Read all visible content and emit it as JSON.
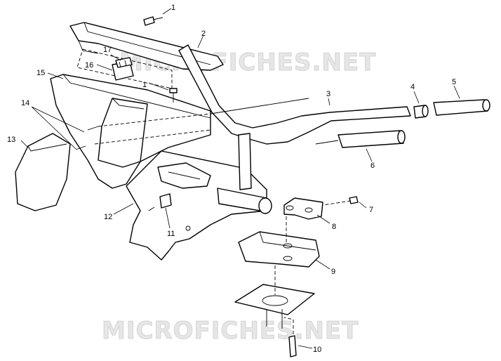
{
  "watermark": "MICROFICHES.NET",
  "callouts": [
    {
      "id": "1a",
      "label": "1"
    },
    {
      "id": "1b",
      "label": "1"
    },
    {
      "id": "2",
      "label": "2"
    },
    {
      "id": "3",
      "label": "3"
    },
    {
      "id": "4",
      "label": "4"
    },
    {
      "id": "5",
      "label": "5"
    },
    {
      "id": "6",
      "label": "6"
    },
    {
      "id": "7",
      "label": "7"
    },
    {
      "id": "8",
      "label": "8"
    },
    {
      "id": "9",
      "label": "9"
    },
    {
      "id": "10",
      "label": "10"
    },
    {
      "id": "11",
      "label": "11"
    },
    {
      "id": "12",
      "label": "12"
    },
    {
      "id": "13",
      "label": "13"
    },
    {
      "id": "14",
      "label": "14"
    },
    {
      "id": "15",
      "label": "15"
    },
    {
      "id": "16",
      "label": "16"
    },
    {
      "id": "17",
      "label": "17"
    }
  ]
}
